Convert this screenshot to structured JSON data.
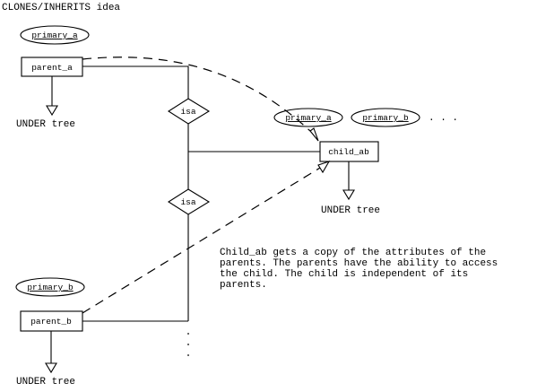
{
  "title": "CLONES/INHERITS idea",
  "nodes": {
    "primary_a_top": "primary_a",
    "parent_a": "parent_a",
    "isa_top": "isa",
    "isa_bottom": "isa",
    "child_ab": "child_ab",
    "primary_a_child": "primary_a",
    "primary_b_child": "primary_b",
    "ellipsis": ". . .",
    "primary_b_bottom": "primary_b",
    "parent_b": "parent_b"
  },
  "under_tree_label": "UNDER tree",
  "note_lines": [
    "Child_ab gets a copy of the attributes of the",
    "parents. The parents have the ability to access",
    "the child. The child is independent of its",
    "parents."
  ]
}
